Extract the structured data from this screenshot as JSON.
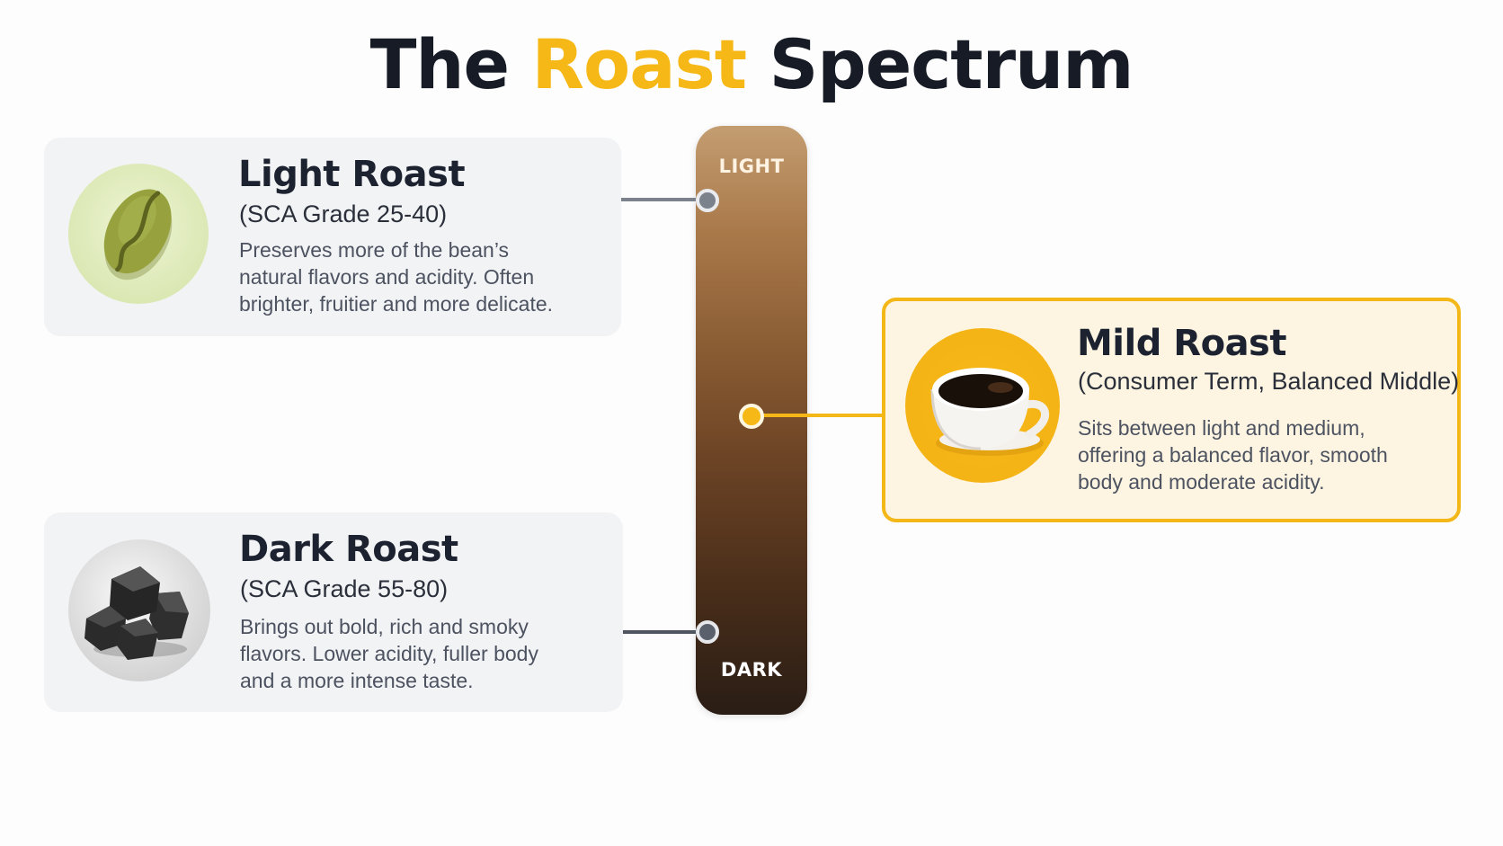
{
  "title": {
    "part1": "The ",
    "accent": "Roast",
    "part2": " Spectrum"
  },
  "colors": {
    "accent": "#f6b816",
    "title_dark": "#161b26",
    "card_bg": "#f2f3f5",
    "mild_bg": "#fdf5e2",
    "bar_top": "#c39d70",
    "bar_bottom": "#2a1d15"
  },
  "spectrum": {
    "top_label": "LIGHT",
    "bottom_label": "DARK"
  },
  "roasts": {
    "light": {
      "title": "Light Roast",
      "subtitle": "(SCA Grade 25-40)",
      "description_lines": [
        "Preserves more of the bean’s",
        "natural flavors and acidity. Often",
        "brighter, fruitier and more delicate."
      ],
      "icon": "green-coffee-bean-icon"
    },
    "mild": {
      "title": "Mild Roast",
      "subtitle": "(Consumer Term, Balanced Middle)",
      "description_lines": [
        "Sits between light and medium,",
        "offering a balanced flavor, smooth",
        "body and moderate acidity."
      ],
      "icon": "coffee-cup-icon"
    },
    "dark": {
      "title": "Dark Roast",
      "subtitle": "(SCA Grade 55-80)",
      "description_lines": [
        "Brings out bold, rich and smoky",
        "flavors. Lower acidity, fuller body",
        "and a more intense taste."
      ],
      "icon": "charcoal-icon"
    }
  }
}
